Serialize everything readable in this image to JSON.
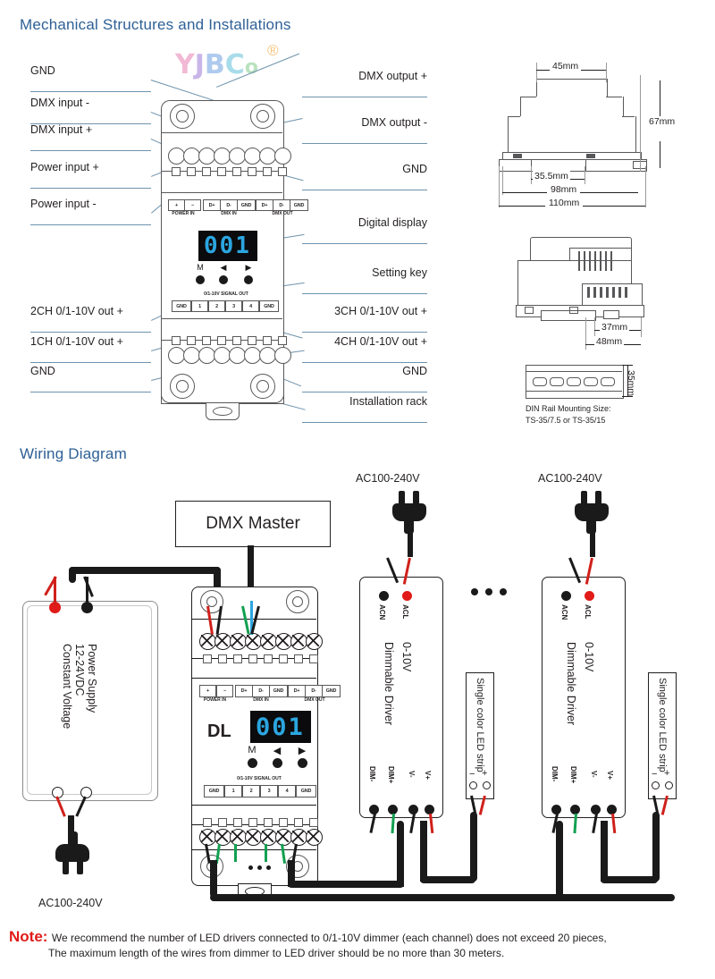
{
  "sections": {
    "mechanical_title": "Mechanical Structures and Installations",
    "wiring_title": "Wiring Diagram"
  },
  "watermark": {
    "letters": [
      "Y",
      "J",
      "B",
      "C",
      "o"
    ],
    "registered": "®",
    "colors": [
      "#f2b9d4",
      "#c9b6e8",
      "#aecbee",
      "#a8dcea",
      "#b9e2bf"
    ],
    "reg_color": "#f6c37a"
  },
  "mechanical": {
    "labels_left": [
      {
        "text": "GND"
      },
      {
        "text": "DMX input -"
      },
      {
        "text": "DMX input +"
      },
      {
        "text": "Power input +"
      },
      {
        "text": "Power input -"
      },
      {
        "text": "2CH 0/1-10V out +"
      },
      {
        "text": "1CH 0/1-10V out +"
      },
      {
        "text": "GND"
      }
    ],
    "labels_right": [
      {
        "text": "DMX output +"
      },
      {
        "text": "DMX output -"
      },
      {
        "text": "GND"
      },
      {
        "text": "Digital display"
      },
      {
        "text": "Setting key"
      },
      {
        "text": "3CH 0/1-10V out +"
      },
      {
        "text": "4CH 0/1-10V out +"
      },
      {
        "text": "GND"
      },
      {
        "text": "Installation rack"
      }
    ],
    "top_terminals": [
      "+",
      "−",
      "D+",
      "D-",
      "GND",
      "D+",
      "D-",
      "GND"
    ],
    "top_terminal_groups": [
      "POWER IN",
      "DMX IN",
      "DMX OUT"
    ],
    "display_value": "001",
    "buttons": [
      "M",
      "◀",
      "▶"
    ],
    "signal_out_title": "0/1-10V SIGNAL OUT",
    "signal_out_terminals": [
      "GND",
      "1",
      "2",
      "3",
      "4",
      "GND"
    ]
  },
  "dimensions": {
    "front": {
      "width_top": "45mm",
      "height": "67mm",
      "inner": "35.5mm",
      "body": "98mm",
      "overall": "110mm"
    },
    "side": {
      "depth_inner": "37mm",
      "depth_outer": "48mm"
    },
    "din_rail": {
      "height": "35mm",
      "caption_line1": "DIN Rail Mounting Size:",
      "caption_line2": "TS-35/7.5 or TS-35/15"
    }
  },
  "wiring": {
    "dmx_master": "DMX Master",
    "ac_source_left": "AC100-240V",
    "ac_labels_top": [
      "AC100-240V",
      "AC100-240V"
    ],
    "power_supply": {
      "line1": "Power Supply",
      "line2": "12-24VDC",
      "line3": "Constant Voltage"
    },
    "controller": {
      "brand": "DL",
      "display_value": "001",
      "top_terminals": [
        "+",
        "−",
        "D+",
        "D-",
        "GND",
        "D+",
        "D-",
        "GND"
      ],
      "top_terminal_groups": [
        "POWER IN",
        "DMX IN",
        "DMX OUT"
      ],
      "buttons": [
        "M",
        "◀",
        "▶"
      ],
      "signal_out_title": "0/1-10V SIGNAL OUT",
      "signal_out_terminals": [
        "GND",
        "1",
        "2",
        "3",
        "4",
        "GND"
      ]
    },
    "drivers": [
      {
        "title_line1": "0-10V",
        "title_line2": "Dimmable Driver",
        "ac_terminals": [
          "ACN",
          "ACL"
        ],
        "out_terminals": [
          "DIM-",
          "DIM+",
          "V-",
          "V+"
        ]
      },
      {
        "title_line1": "0-10V",
        "title_line2": "Dimmable Driver",
        "ac_terminals": [
          "ACN",
          "ACL"
        ],
        "out_terminals": [
          "DIM-",
          "DIM+",
          "V-",
          "V+"
        ]
      }
    ],
    "led_strips": [
      {
        "label": "Single color LED strip",
        "terminals": [
          "−",
          "+"
        ]
      },
      {
        "label": "Single color LED strip",
        "terminals": [
          "−",
          "+"
        ]
      }
    ]
  },
  "note": {
    "word": "Note:",
    "line1": "We recommend the number of LED drivers connected to 0/1-10V dimmer (each channel) does not exceed 20 pieces,",
    "line2": "The maximum length of the wires from dimmer to LED driver should be no more than 30 meters."
  },
  "colors": {
    "heading": "#2e6096",
    "leader": "#6e93ad",
    "outline": "#58585a",
    "display_segment": "#2ba6e0",
    "note_accent": "#e01b18"
  }
}
